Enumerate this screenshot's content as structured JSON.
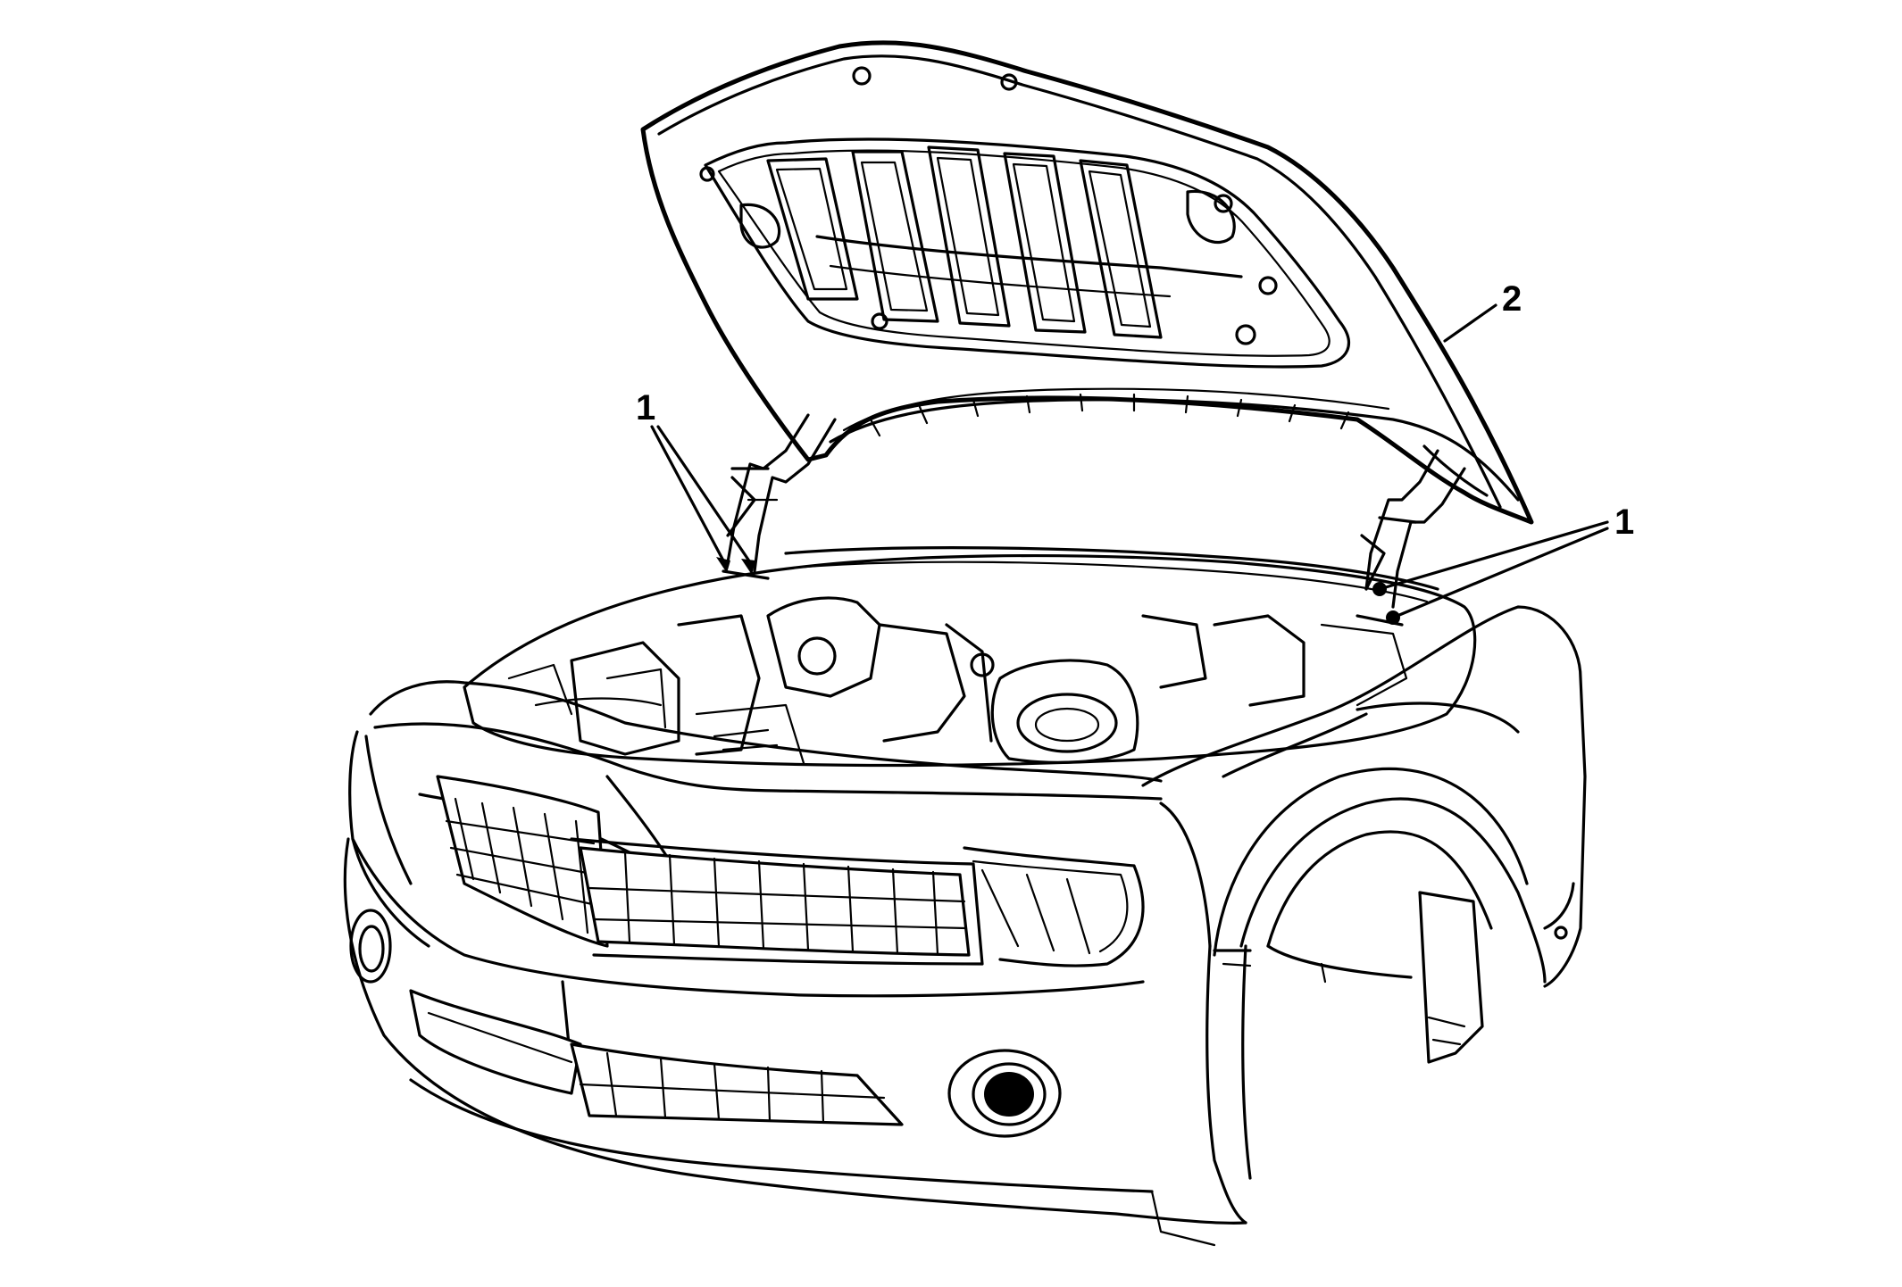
{
  "callouts": {
    "fastener_left": "1",
    "fastener_right": "1",
    "hood": "2"
  },
  "colors": {
    "line": "#000000",
    "background": "#ffffff"
  }
}
